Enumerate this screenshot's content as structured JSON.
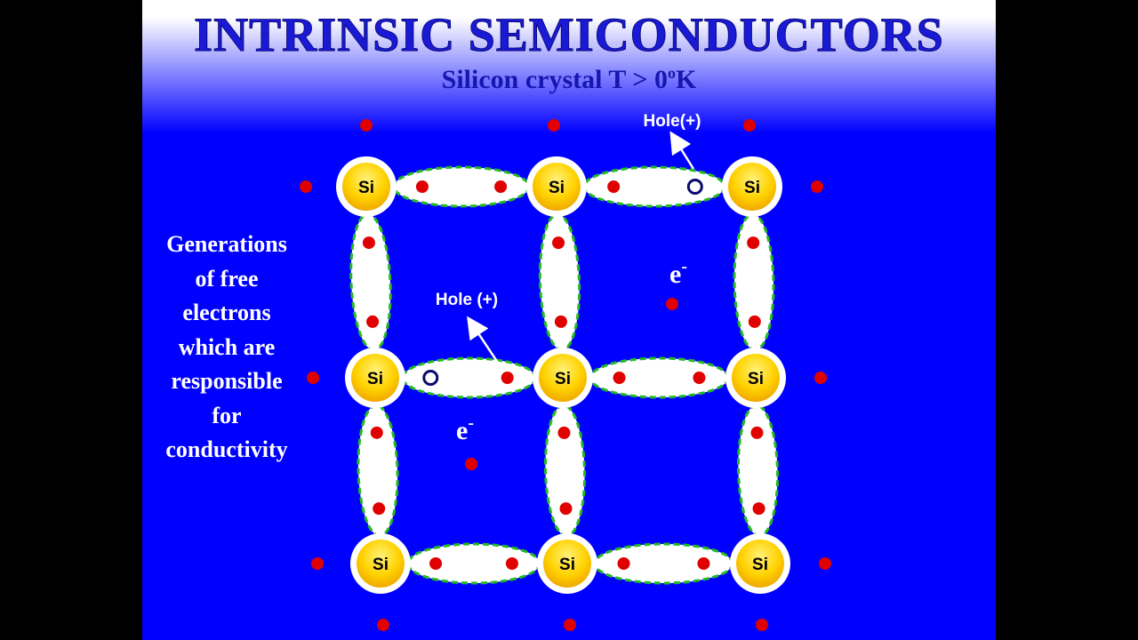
{
  "title": "INTRINSIC SEMICONDUCTORS",
  "subtitle": "Silicon crystal T > 0",
  "subtitle_sup": "o",
  "subtitle_unit": "K",
  "description_lines": [
    "Generations",
    "of free",
    "electrons",
    "which are",
    "responsible",
    "for",
    "conductivity"
  ],
  "atom_label": "Si",
  "electron_symbol": "e",
  "electron_sup": "-",
  "hole_label_top": "Hole(+)",
  "hole_label_middle": "Hole (+)",
  "colors": {
    "background": "#0000ff",
    "title": "#1a1ad6",
    "atom": "#ffd200",
    "electron": "#e00000",
    "bond_border": "#22bb22",
    "hole": "#0a0a6e"
  }
}
